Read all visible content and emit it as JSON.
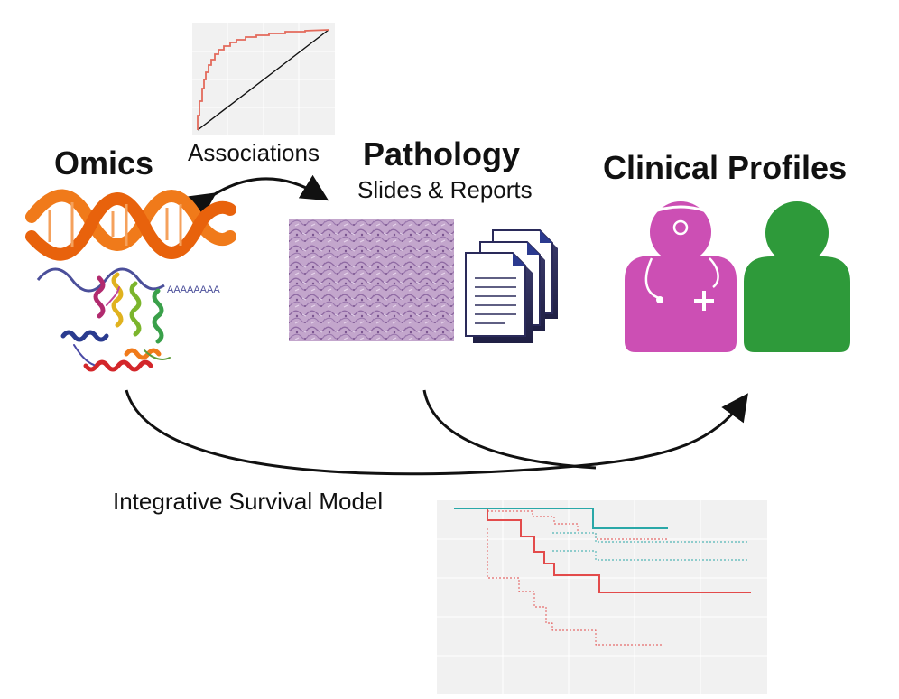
{
  "labels": {
    "omics": "Omics",
    "associations": "Associations",
    "pathology": "Pathology",
    "slides_reports": "Slides & Reports",
    "clinical_profiles": "Clinical Profiles",
    "integrative_model": "Integrative Survival Model",
    "poly_a": "AAAAAAAA"
  },
  "colors": {
    "dna": "#f07a1a",
    "rna": "#4b4f9a",
    "roc_curve": "#e36a5b",
    "doctor": "#cc4fb4",
    "patient": "#2e9a3a",
    "km_red": "#e34b4b",
    "km_teal": "#2aa8a8",
    "tissue": "#b89ac2",
    "arrow": "#111111"
  },
  "icons": {
    "doctor": "doctor-icon",
    "patient": "patient-icon",
    "documents": "documents-icon",
    "dna": "dna-icon",
    "rna": "rna-icon",
    "protein": "protein-icon"
  }
}
